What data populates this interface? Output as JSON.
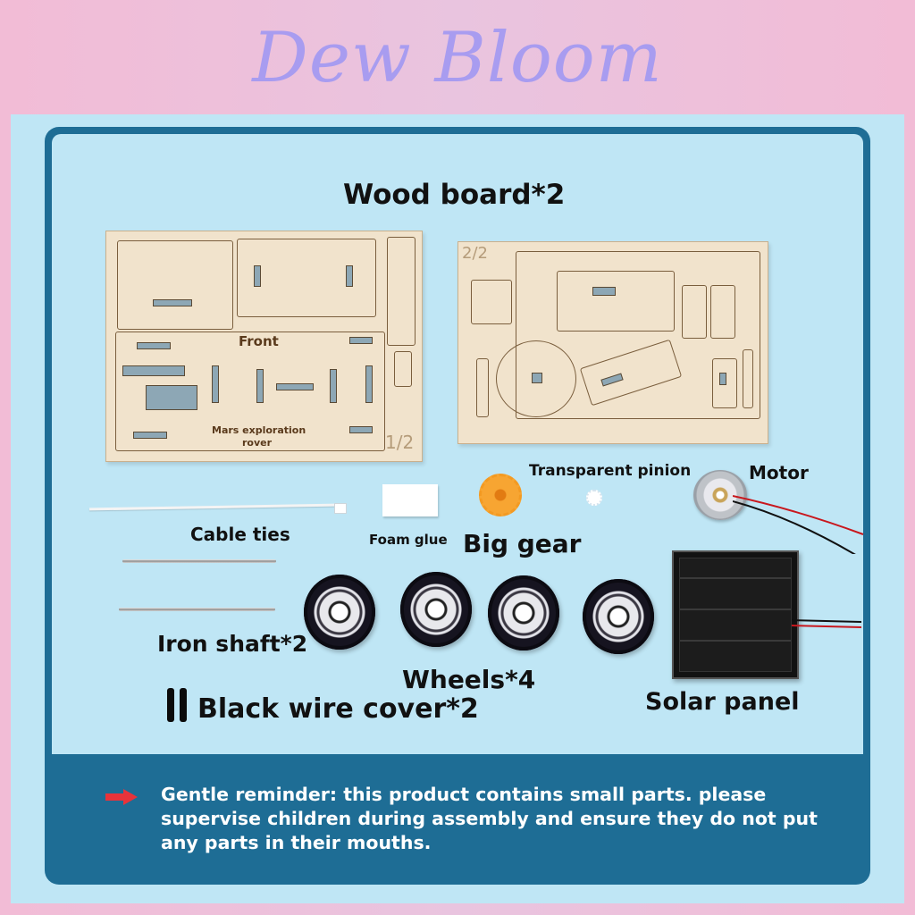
{
  "brand": {
    "name": "Dew Bloom"
  },
  "labels": {
    "wood_board": "Wood board*2",
    "front": "Front",
    "mars_rover_line1": "Mars exploration",
    "mars_rover_line2": "rover",
    "board1_number": "1/2",
    "board2_number": "2/2",
    "transparent_pinion": "Transparent pinion",
    "motor": "Motor",
    "cable_ties": "Cable ties",
    "foam_glue": "Foam glue",
    "big_gear": "Big gear",
    "iron_shaft": "Iron shaft*2",
    "wheels": "Wheels*4",
    "black_wire_cover": "Black wire cover*2",
    "solar_panel": "Solar panel"
  },
  "reminder": {
    "text": "Gentle reminder: this product contains small parts. please supervise children during assembly and ensure they do not put any parts in their mouths."
  },
  "colors": {
    "brand_text": "#a89cf0",
    "page_bg": "#f2bcd6",
    "panel_bg": "#bfe6f5",
    "footer_bg": "#1e6d95",
    "arrow": "#e8333a",
    "gear": "#f7a532"
  },
  "icons": {
    "reminder_arrow": "right-arrow-icon"
  }
}
